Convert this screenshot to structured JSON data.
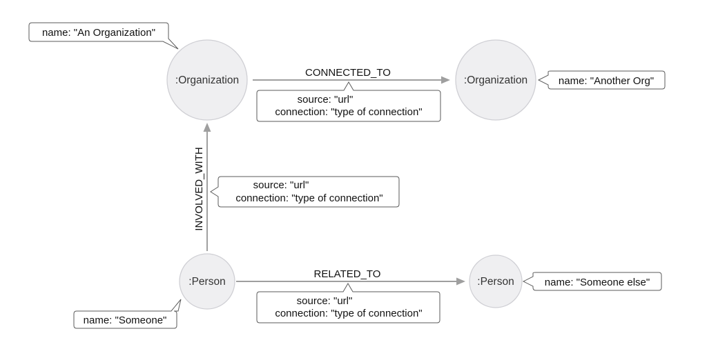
{
  "colors": {
    "node_fill": "#efeff1",
    "node_stroke": "#cfcfd4",
    "arrow": "#9f9f9f",
    "callout_border": "#5a5a5a",
    "text": "#111111"
  },
  "nodes": {
    "org1": {
      "label": ":Organization",
      "property": "name: \"An Organization\""
    },
    "org2": {
      "label": ":Organization",
      "property": "name: \"Another Org\""
    },
    "person1": {
      "label": ":Person",
      "property": "name: \"Someone\""
    },
    "person2": {
      "label": ":Person",
      "property": "name: \"Someone else\""
    }
  },
  "relationships": {
    "connected_to": {
      "type": "CONNECTED_TO",
      "properties": [
        "source: \"url\"",
        "connection: \"type of connection\""
      ]
    },
    "involved_with": {
      "type": "INVOLVED_WITH",
      "properties": [
        "source: \"url\"",
        "connection: \"type of connection\""
      ]
    },
    "related_to": {
      "type": "RELATED_TO",
      "properties": [
        "source: \"url\"",
        "connection: \"type of connection\""
      ]
    }
  }
}
